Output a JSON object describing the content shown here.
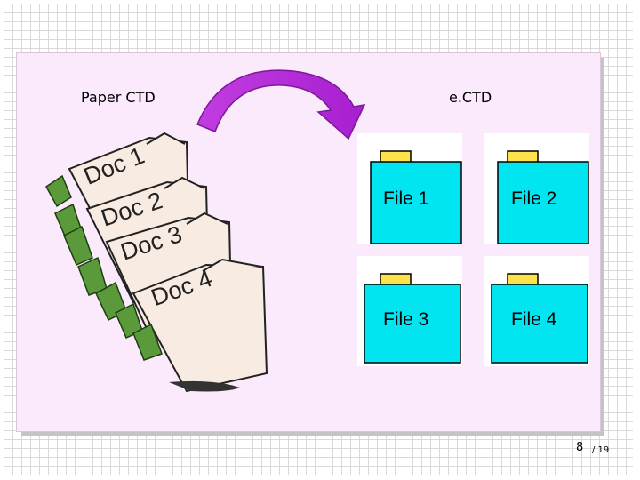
{
  "diagram": {
    "left_label": "Paper CTD",
    "right_label": "e.CTD",
    "docs": [
      "Doc 1",
      "Doc 2",
      "Doc 3",
      "Doc 4"
    ],
    "files": [
      "File 1",
      "File 2",
      "File 3",
      "File 4"
    ]
  },
  "footer": {
    "page": "8",
    "total": "/ 19"
  },
  "colors": {
    "panel": "#fbeafb",
    "folder": "#00e5f0",
    "tab": "#ffe24a",
    "arrow": "#b52ad8",
    "paper_folder": "#f8ece2"
  }
}
